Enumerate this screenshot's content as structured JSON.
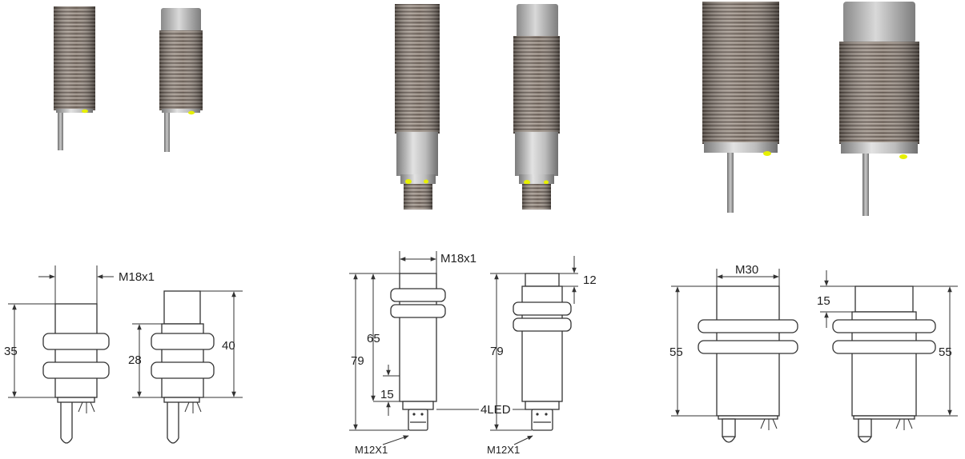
{
  "figure": {
    "photos": [
      {
        "name": "m18-cable-flush-photo"
      },
      {
        "name": "m18-cable-nonflush-photo"
      },
      {
        "name": "m18-connector-flush-photo"
      },
      {
        "name": "m18-connector-nonflush-photo"
      },
      {
        "name": "m30-cable-flush-photo"
      },
      {
        "name": "m30-cable-nonflush-photo"
      }
    ],
    "drawings": {
      "m18_cable": {
        "thread_label": "M18x1",
        "flush_length": "35",
        "nonflush_thread_length": "28",
        "nonflush_total_length": "40"
      },
      "m18_connector": {
        "thread_label": "M18x1",
        "housing_length": "65",
        "total_length_flush": "79",
        "thread_free_length": "15",
        "total_length_nonflush": "79",
        "cap_length": "12",
        "led_label": "4LED",
        "connector_label_flush": "M12X1",
        "connector_label_nonflush": "M12X1"
      },
      "m30_cable": {
        "thread_label": "M30",
        "flush_length": "55",
        "cap_length": "15",
        "nonflush_length": "55"
      }
    },
    "colors": {
      "thread_dark": "#6e6259",
      "thread_light": "#a89e95",
      "metal_light": "#d8d8d8",
      "metal_dark": "#8a8a8a",
      "led": "#e6f000",
      "line": "#333333"
    }
  }
}
